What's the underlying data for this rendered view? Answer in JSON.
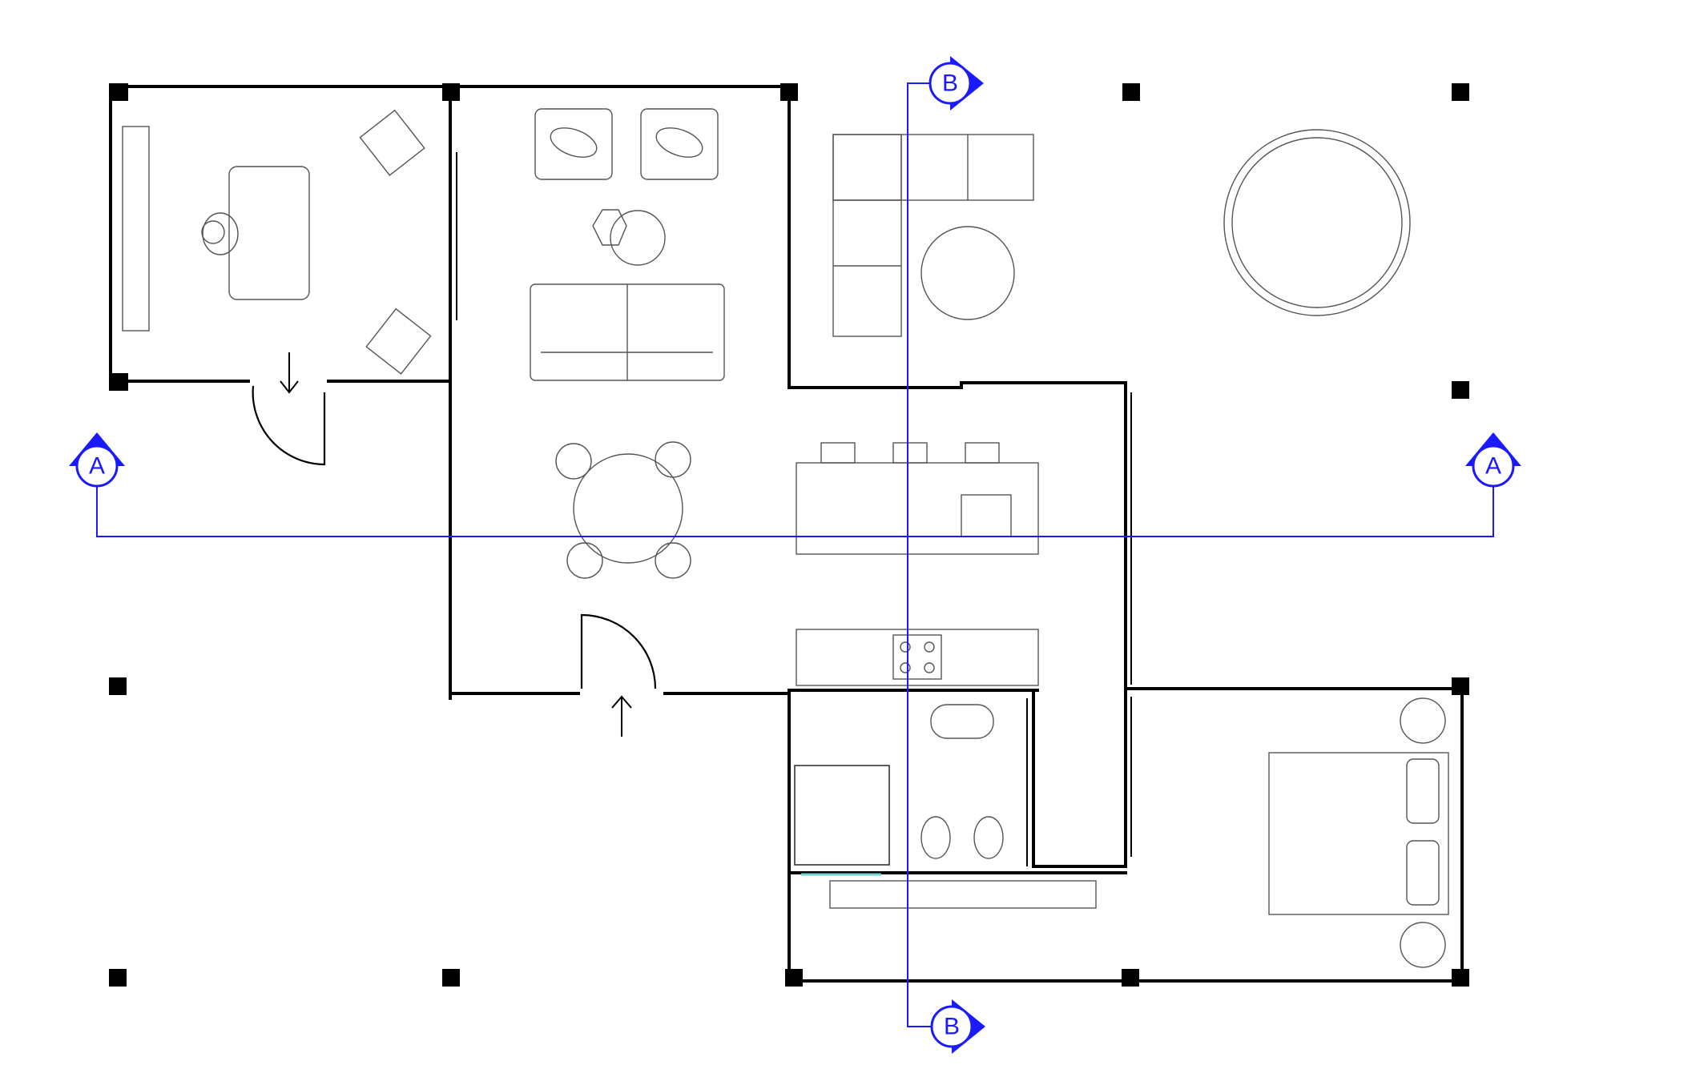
{
  "drawing": {
    "section_labels": {
      "a_left": "A",
      "a_right": "A",
      "b_top": "B",
      "b_bottom": "B"
    },
    "colors": {
      "section_marker": "#1a1aff",
      "walls": "#000000",
      "furniture": "#555555",
      "background": "#ffffff"
    }
  }
}
